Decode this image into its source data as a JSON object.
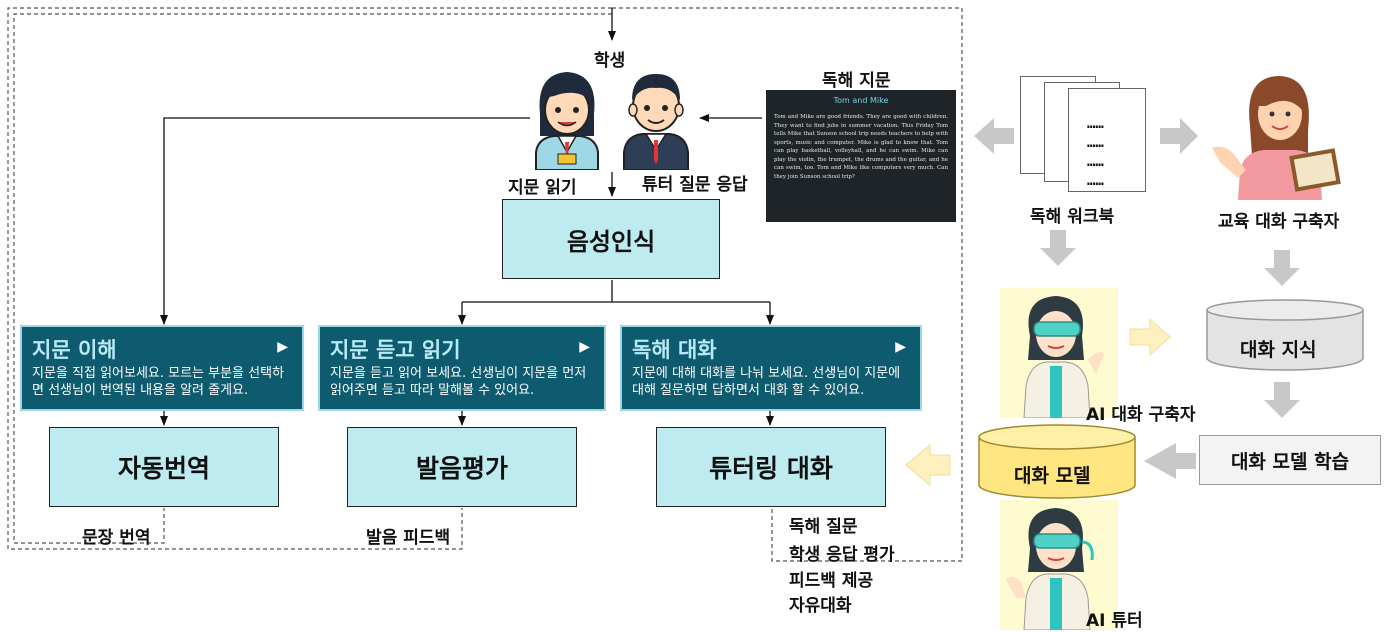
{
  "student": {
    "label": "학생",
    "read_label": "지문 읽기",
    "answer_label": "튜터 질문 응답"
  },
  "passage": {
    "header": "독해 지문",
    "title": "Tom and Mike",
    "text": "Tom and Mike are good friends. They are good with children. They want to find jobs in summer vacation. This Friday Tom tells Mike that Sunson school trip needs teachers to help with sports, music and computer. Mike is glad to know that. Tom can play basketball, volleyball, and he can swim. Mike can play the violin, the trumpet, the drums and the guitar, and he can swim, too. Tom and Mike like computers very much. Can they join Sunson school trip?"
  },
  "speech_recognition": "음성인식",
  "cards": [
    {
      "title": "지문 이해",
      "desc": "지문을 직접 읽어보세요. 모르는 부분을 선택하면 선생님이 번역된 내용을 알려 줄게요."
    },
    {
      "title": "지문 듣고 읽기",
      "desc": "지문을 듣고 읽어 보세요. 선생님이 지문을 먼저 읽어주면 듣고 따라 말해볼 수 있어요."
    },
    {
      "title": "독해 대화",
      "desc": "지문에 대해 대화를 나눠 보세요. 선생님이 지문에 대해 질문하면 답하면서 대화 할 수 있어요."
    }
  ],
  "outputs": [
    "자동번역",
    "발음평가",
    "튜터링 대화"
  ],
  "feedback": {
    "translation": "문장 번역",
    "pronunciation": "발음 피드백",
    "tutoring": [
      "독해 질문",
      "학생 응답 평가",
      "피드백 제공",
      "자유대화"
    ]
  },
  "workbook": {
    "label": "독해 워크북",
    "dots": "……"
  },
  "builder": "교육 대화 구축자",
  "knowledge": "대화 지식",
  "training": "대화 모델 학습",
  "model": "대화 모델",
  "ai_builder": "AI 대화 구축자",
  "ai_tutor": "AI 튜터",
  "colors": {
    "cyan_box": "#bdebf0",
    "card_bg": "#0e5a6f",
    "card_title": "#b8eaf6",
    "db_yellow": "#ffe680",
    "ai_bg": "#fdfbcf",
    "gray_arrow": "#c8c8c8",
    "yellow_arrow": "#fff0c0"
  }
}
